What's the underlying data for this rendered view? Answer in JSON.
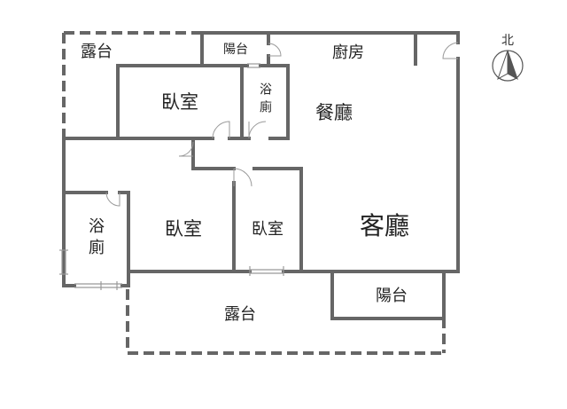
{
  "diagram": {
    "type": "floor-plan",
    "wall_color": "#666666",
    "background": "#ffffff"
  },
  "compass": {
    "label": "北",
    "icon": "north-arrow-icon"
  },
  "rooms": {
    "terrace_top": {
      "label": "露台"
    },
    "balcony_top": {
      "label": "陽台"
    },
    "kitchen": {
      "label": "廚房"
    },
    "bedroom_master": {
      "label": "臥室"
    },
    "bath_small": {
      "label": "浴廁"
    },
    "dining": {
      "label": "餐廳"
    },
    "bath_left": {
      "label": "浴廁"
    },
    "bedroom_middle": {
      "label": "臥室"
    },
    "bedroom_small": {
      "label": "臥室"
    },
    "living": {
      "label": "客廳"
    },
    "terrace_bottom": {
      "label": "露台"
    },
    "balcony_bottom": {
      "label": "陽台"
    }
  }
}
